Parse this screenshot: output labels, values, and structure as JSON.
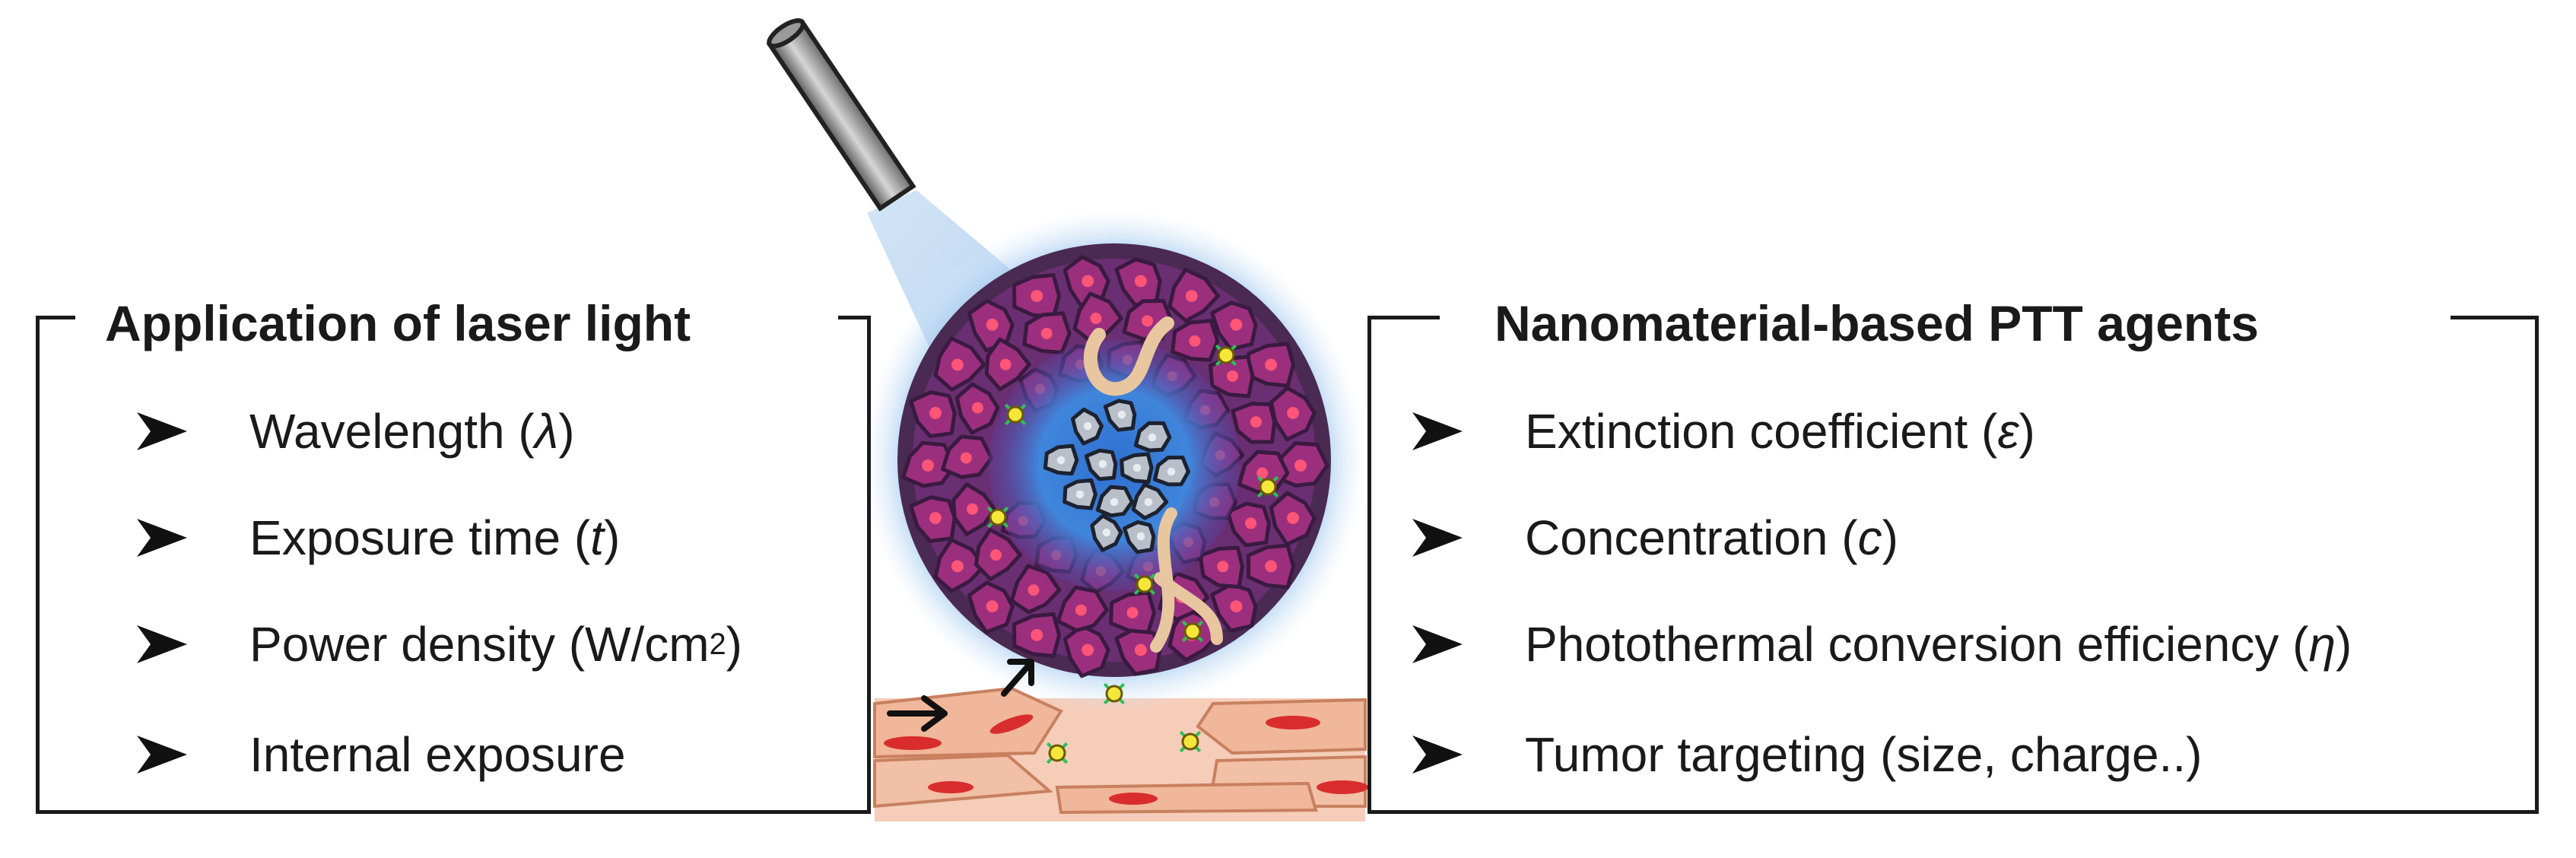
{
  "left_panel": {
    "title": "Application of laser light",
    "items": [
      {
        "text": "Wavelength (",
        "sym": "λ",
        "suffix": ")"
      },
      {
        "text": "Exposure time (",
        "sym": "t",
        "suffix": ")"
      },
      {
        "text": "Power density (W/cm",
        "sup": "2",
        "suffix": ")"
      },
      {
        "text": "Internal exposure"
      }
    ]
  },
  "right_panel": {
    "title": "Nanomaterial-based PTT agents",
    "items": [
      {
        "text": "Extinction coefficient (",
        "sym": "ε",
        "suffix": ")"
      },
      {
        "text": "Concentration (",
        "sym": "c",
        "suffix": ")"
      },
      {
        "text": "Photothermal conversion efficiency (",
        "sym": "η",
        "suffix": ")"
      },
      {
        "text": "Tumor targeting (size, charge..)"
      }
    ]
  },
  "icons": {
    "bullet": "arrowhead-bullet-icon",
    "laser": "laser-fiber-icon",
    "tumor": "tumor-illustration",
    "vessel": "blood-vessel-illustration"
  },
  "colors": {
    "laser_glow": "#9cc3ea",
    "tumor_cell": "#9b2f7e",
    "tumor_core": "#3b82d6",
    "vessel": "#f2bda3",
    "red_cell": "#d92d2d",
    "nanoparticle": "#f5e63a"
  }
}
